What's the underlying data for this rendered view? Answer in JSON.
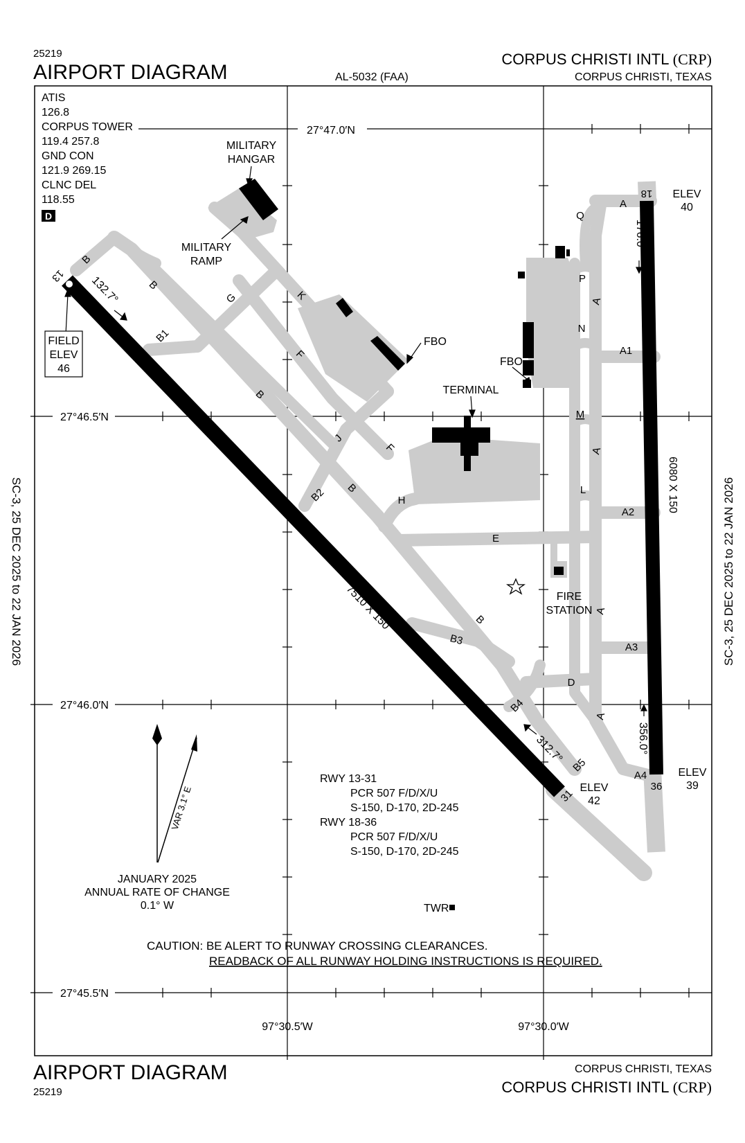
{
  "header": {
    "chart_number_top": "25219",
    "chart_title_top": "AIRPORT DIAGRAM",
    "procedure_id": "AL-5032 (FAA)",
    "airport_name_top": "CORPUS CHRISTI INTL",
    "airport_id_top": "(CRP)",
    "city_state_top": "CORPUS CHRISTI, TEXAS"
  },
  "footer": {
    "chart_title_bottom": "AIRPORT DIAGRAM",
    "chart_number_bottom": "25219",
    "city_state_bottom": "CORPUS CHRISTI, TEXAS",
    "airport_name_bottom": "CORPUS CHRISTI INTL",
    "airport_id_bottom": "(CRP)"
  },
  "margins": {
    "left_validity": "SC-3,  25 DEC 2025  to  22 JAN 2026",
    "right_validity": "SC-3,  25 DEC 2025  to  22 JAN 2026"
  },
  "frequencies": {
    "atis_label": "ATIS",
    "atis_freq": "126.8",
    "tower_label": "CORPUS TOWER",
    "tower_freq": "119.4  257.8",
    "gnd_label": "GND CON",
    "gnd_freq": "121.9  269.15",
    "clnc_label": "CLNC DEL",
    "clnc_freq": "118.55",
    "d_symbol": "D"
  },
  "coordinates": {
    "lat_1": "27°47.0′N",
    "lat_2": "27°46.5′N",
    "lat_3": "27°46.0′N",
    "lat_4": "27°45.5′N",
    "lon_1": "97°30.5′W",
    "lon_2": "97°30.0′W"
  },
  "runways": {
    "rwy13_end": "13",
    "rwy31_end": "31",
    "rwy18_end": "18",
    "rwy36_end": "36",
    "rwy13_31_dims": "7510 X 150",
    "rwy18_36_dims": "6080 X 150",
    "hdg_13": "132.7°",
    "hdg_31": "312.7°",
    "hdg_18": "176.0°",
    "hdg_36": "356.0°"
  },
  "elevations": {
    "field_elev_line1": "FIELD",
    "field_elev_line2": "ELEV",
    "field_elev_value": "46",
    "elev_label": "ELEV",
    "elev_18": "40",
    "elev_36": "39",
    "elev_31": "42"
  },
  "taxiways": {
    "A": "A",
    "A1": "A1",
    "A2": "A2",
    "A3": "A3",
    "A4": "A4",
    "B": "B",
    "B1": "B1",
    "B2": "B2",
    "B3": "B3",
    "B4": "B4",
    "B5": "B5",
    "D": "D",
    "E": "E",
    "F": "F",
    "G": "G",
    "H": "H",
    "J": "J",
    "K": "K",
    "L": "L",
    "M": "M",
    "N": "N",
    "P": "P",
    "Q": "Q"
  },
  "facilities": {
    "military_hangar_1": "MILITARY",
    "military_hangar_2": "HANGAR",
    "military_ramp_1": "MILITARY",
    "military_ramp_2": "RAMP",
    "fbo": "FBO",
    "terminal": "TERMINAL",
    "fire_station_1": "FIRE",
    "fire_station_2": "STATION",
    "twr": "TWR"
  },
  "magnetic": {
    "variation": "VAR 3.1° E",
    "date": "JANUARY 2025",
    "rate_label": "ANNUAL RATE OF CHANGE",
    "rate_value": "0.1° W"
  },
  "pcr": {
    "rwy1": "RWY 13-31",
    "rwy1_pcr": "PCR 507 F/D/X/U",
    "rwy1_gear": "S-150, D-170, 2D-245",
    "rwy2": "RWY 18-36",
    "rwy2_pcr": "PCR 507 F/D/X/U",
    "rwy2_gear": "S-150, D-170, 2D-245"
  },
  "notes": {
    "caution_1": "CAUTION: BE ALERT TO RUNWAY CROSSING CLEARANCES.",
    "caution_2": "READBACK OF ALL RUNWAY HOLDING INSTRUCTIONS IS REQUIRED."
  },
  "colors": {
    "pavement": "#cccccc",
    "runway": "#000000",
    "ink": "#000000",
    "paper": "#ffffff"
  }
}
